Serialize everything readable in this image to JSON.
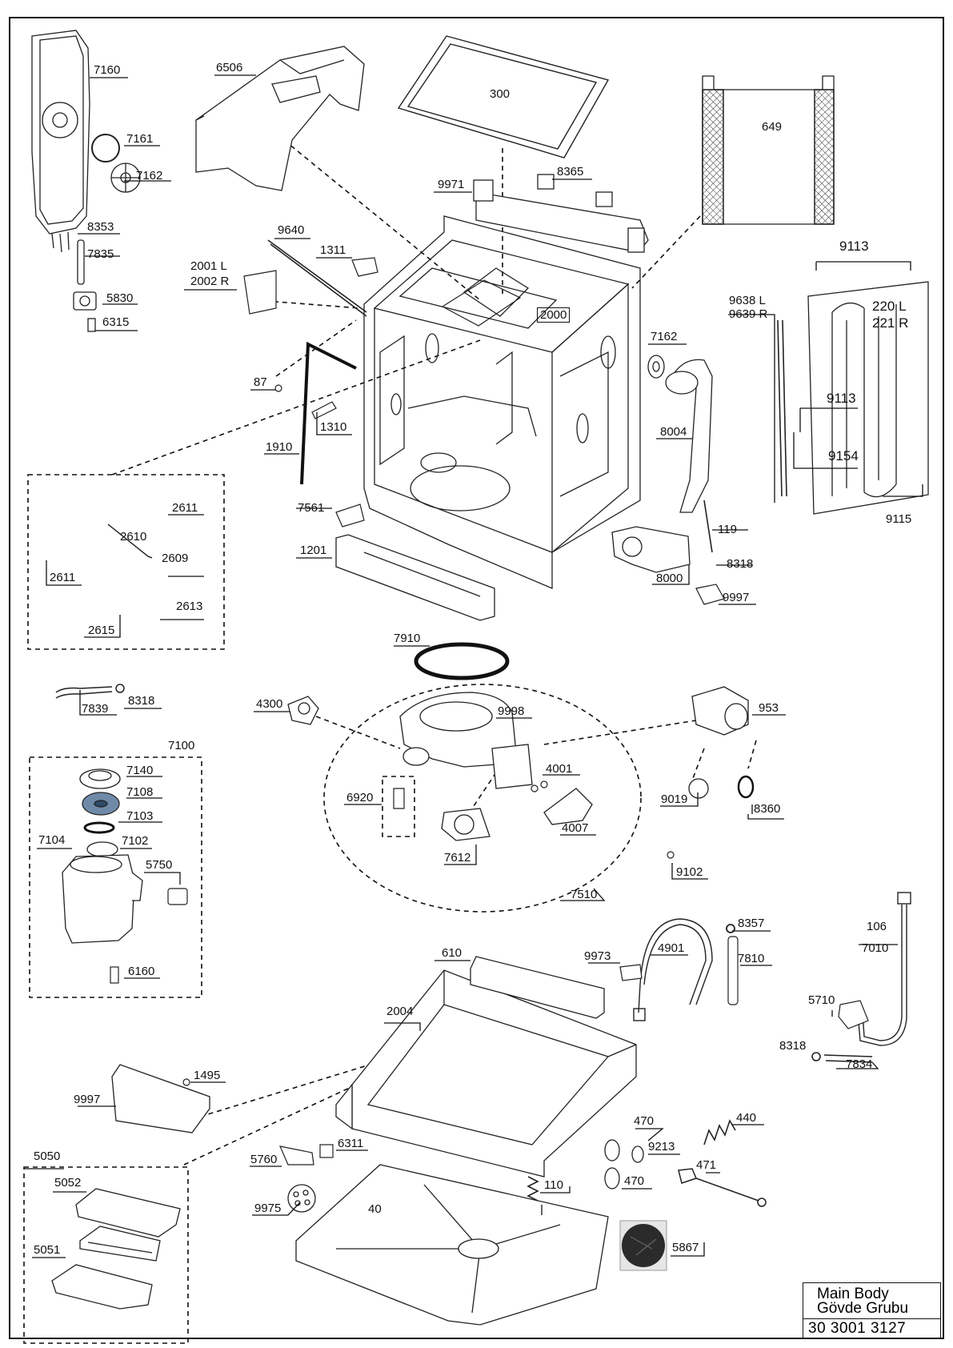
{
  "labels": {
    "p7160": "7160",
    "p7161": "7161",
    "p7162a": "7162",
    "p8353": "8353",
    "p7835": "7835",
    "p5830": "5830",
    "p6315": "6315",
    "p6506": "6506",
    "p300": "300",
    "p649": "649",
    "p9971": "9971",
    "p8365": "8365",
    "p9640": "9640",
    "p1311": "1311",
    "p2001": "2001 L",
    "p2002": "2002 R",
    "p2000": "2000",
    "p9113a": "9113",
    "p9638": "9638 L",
    "p9639": "9639 R",
    "p220": "220 L",
    "p221": "221 R",
    "p7162b": "7162",
    "p87": "87",
    "p1310": "1310",
    "p9113b": "9113",
    "p8004": "8004",
    "p9154": "9154",
    "p1910": "1910",
    "p2611a": "2611",
    "p2610": "2610",
    "p2611b": "2611",
    "p2609": "2609",
    "p2613": "2613",
    "p2615": "2615",
    "p7561": "7561",
    "p119": "119",
    "p9115": "9115",
    "p1201": "1201",
    "p8318a": "8318",
    "p8000": "8000",
    "p9997a": "9997",
    "p7910": "7910",
    "p7839": "7839",
    "p8318b": "8318",
    "p4300": "4300",
    "p9998": "9998",
    "p953": "953",
    "p7100": "7100",
    "p7140": "7140",
    "p7108": "7108",
    "p7103": "7103",
    "p7104": "7104",
    "p7102": "7102",
    "p5750": "5750",
    "p6160": "6160",
    "p4001": "4001",
    "p6920": "6920",
    "p4007": "4007",
    "p9019": "9019",
    "p8360": "8360",
    "p7612": "7612",
    "p9102": "9102",
    "p7510": "7510",
    "p8357": "8357",
    "p4901": "4901",
    "p106": "106",
    "p7010": "7010",
    "p610": "610",
    "p9973": "9973",
    "p7810": "7810",
    "p5710": "5710",
    "p2004": "2004",
    "p8318c": "8318",
    "p7834": "7834",
    "p1495": "1495",
    "p9997b": "9997",
    "p470a": "470",
    "p440": "440",
    "p9213": "9213",
    "p5050": "5050",
    "p6311": "6311",
    "p5760": "5760",
    "p470b": "470",
    "p471": "471",
    "p5052": "5052",
    "p110": "110",
    "p9975": "9975",
    "p40": "40",
    "p5051": "5051",
    "p5867": "5867"
  },
  "title_block": {
    "line1": "Main Body",
    "line2": "Gövde Grubu",
    "code": "30 3001 3127"
  }
}
